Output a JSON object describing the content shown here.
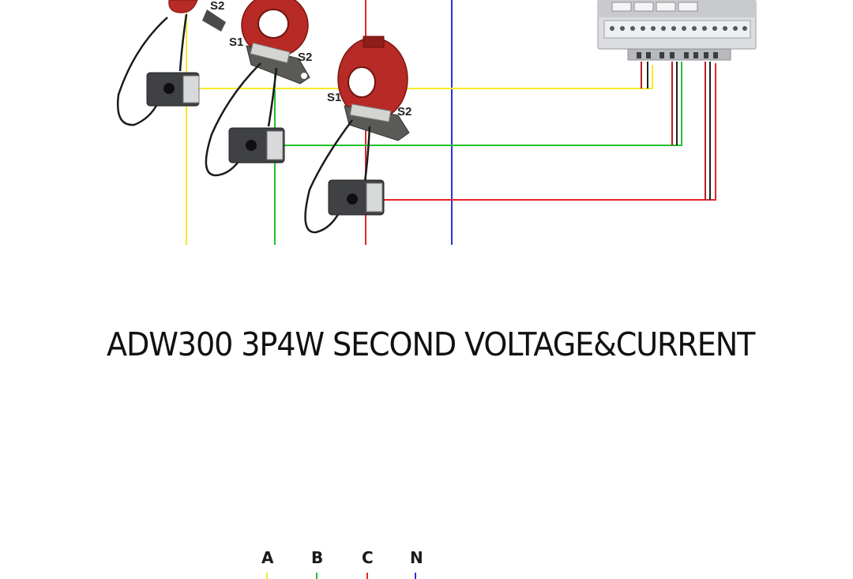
{
  "diagram": {
    "title": "ADW300 3P4W SECOND VOLTAGE&CURRENT",
    "ct_labels": {
      "s1": "S1",
      "s2": "S2"
    },
    "phase_labels": [
      "A",
      "B",
      "C",
      "N"
    ],
    "colors": {
      "phase_a": "#f2ea2a",
      "phase_b": "#22c22a",
      "phase_c": "#e3262b",
      "neutral": "#2733d6",
      "ct_body": "#b82a25",
      "wire_dark": "#222222"
    }
  }
}
